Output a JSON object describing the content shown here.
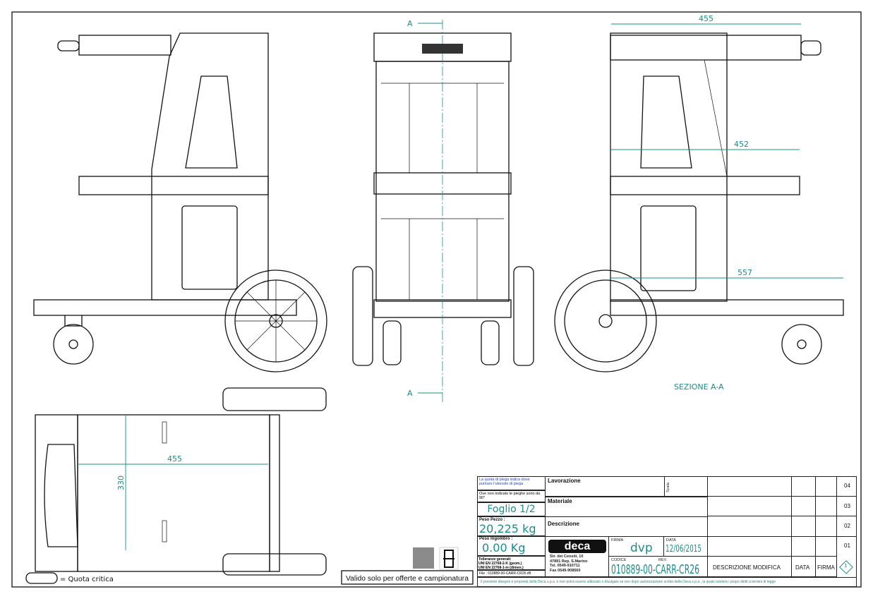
{
  "drawing": {
    "dimensions": {
      "top_width": "455",
      "shelf_width": "452",
      "base_width": "557",
      "plan_width": "455",
      "plan_depth": "330"
    },
    "section_marker": "A",
    "section_label": "SEZIONE A-A",
    "legend_critical": "= Quota critica",
    "valid_note": "Valido solo per offerte e campionatura"
  },
  "title_block": {
    "note_bend_tool": "La quota di piega indica dove puntare l'utensile di piega",
    "note_bends": "Ove non indicato le pieghe sono da 90°",
    "sheet": "Foglio 1/2",
    "weight_label": "Peso Pezzo :",
    "weight_value": "20,225  kg",
    "bulk_label": "Peso Ingombro :",
    "bulk_value": "0.00  Kg",
    "tolerances": "Tolleranze generali:\nUNI EN 22768-2-K (geom.)\nUNI EN 22768-1-m (dimen.)",
    "file": "File : 010889-00-CARR-CR26.dft",
    "lavorazione": "Lavorazione",
    "scala": "Scala",
    "materiale": "Materiale",
    "descrizione": "Descrizione",
    "company_logo": "deca",
    "address": [
      "Str. dei Censiti, 10",
      "47891 Rep. S.Marino",
      "Tel. 0549-910711",
      "Fax 0549-908560"
    ],
    "firma_label": "FIRMA",
    "firma_value": "dvp",
    "data_label": "DATA",
    "data_value": "12/06/2015",
    "codice_label": "CODICE",
    "rev_label": "REV.",
    "codice_value": "010889-00-CARR-CR26",
    "rev_header": {
      "descrizione": "DESCRIZIONE MODIFICA",
      "data": "DATA",
      "firma": "FIRMA",
      "symbol": "1"
    },
    "rev_numbers": [
      "04",
      "03",
      "02",
      "01"
    ],
    "footer": "Il presente disegno è proprietà della Deca s.p.a. e non potrà essere utilizzato o divulgato se non dopo autorizzazione scritta della Deca s.p.a., la quale tutelerà i propri diritti a termini di legge"
  }
}
